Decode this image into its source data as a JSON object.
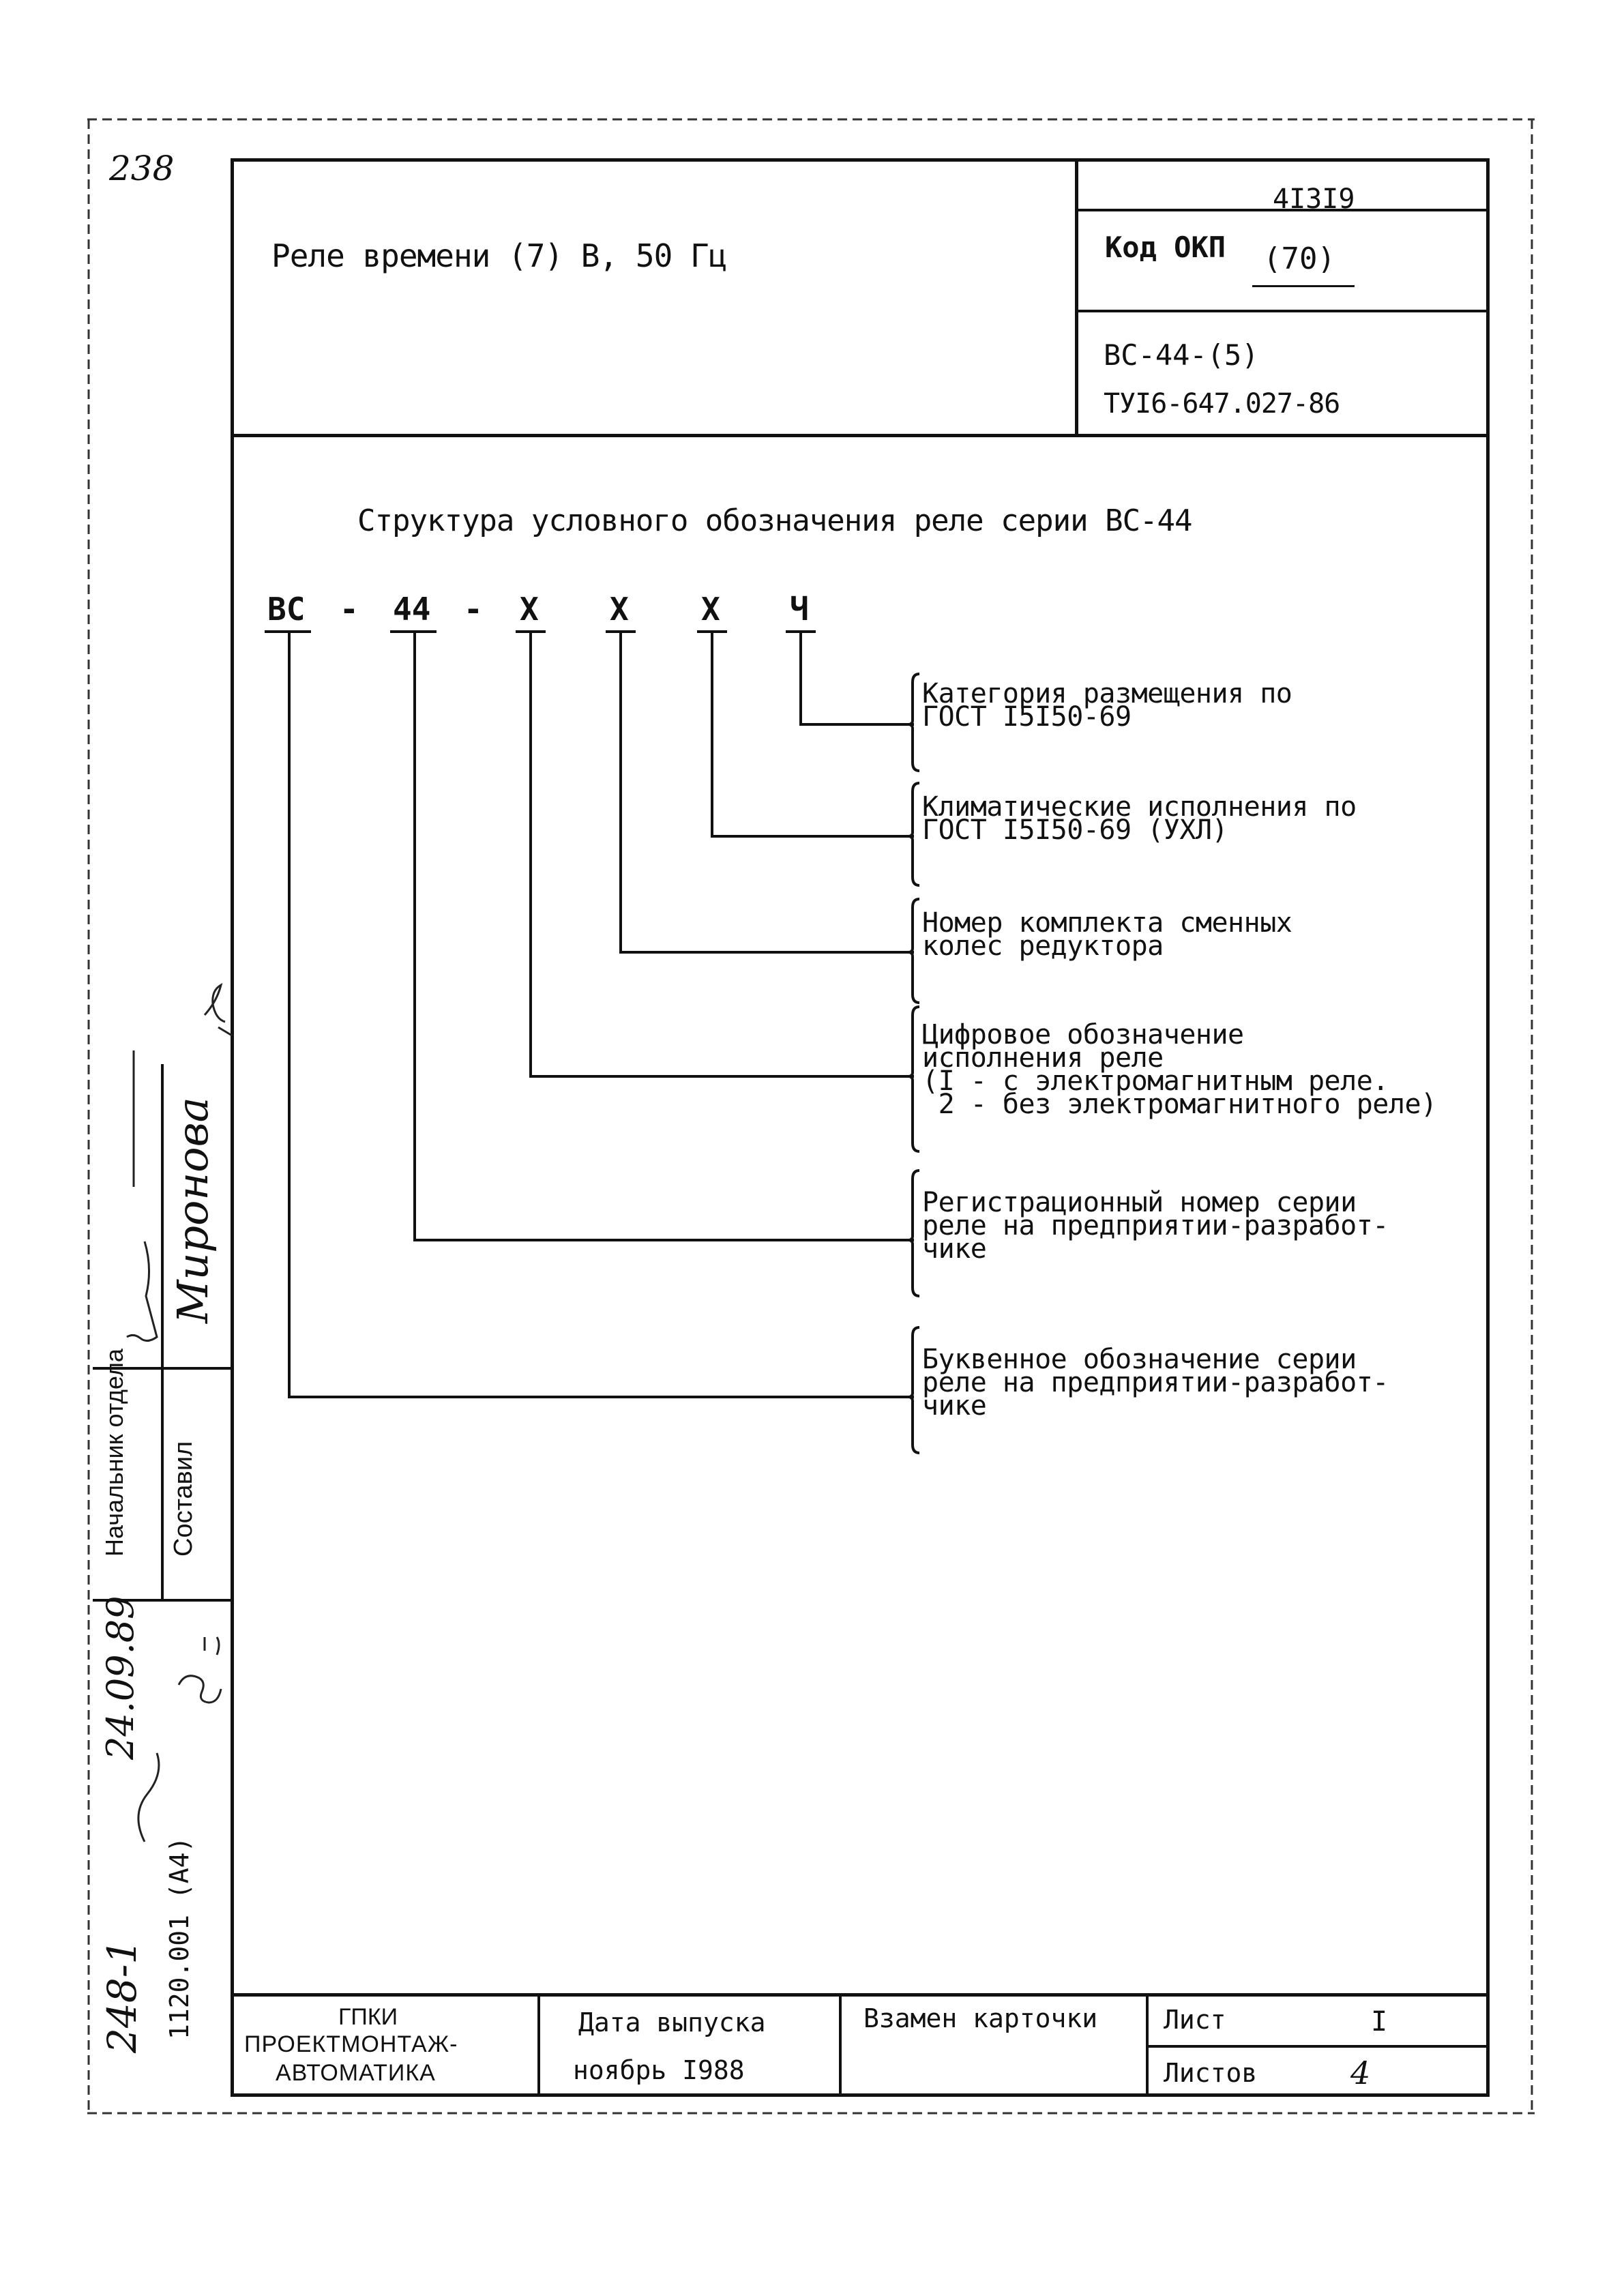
{
  "page_number": "238",
  "header": {
    "title": "Реле времени (7) В, 50 Гц",
    "code_number": "4I3I9",
    "okp_label": "Код ОКП",
    "okp_value": "(70)",
    "model": "ВС-44-(5)",
    "standard": "ТУI6-647.027-86"
  },
  "diagram": {
    "heading": "Структура условного обозначения реле серии ВС-44",
    "code_parts": [
      "ВС",
      "-",
      "44",
      "-",
      "Х",
      "Х",
      "Х",
      "Ч"
    ],
    "descriptions": [
      {
        "lines": [
          "Категория размещения по",
          "ГОСТ I5I50-69"
        ]
      },
      {
        "lines": [
          "Климатические исполнения по",
          "ГОСТ I5I50-69 (УХЛ)"
        ]
      },
      {
        "lines": [
          "Номер комплекта сменных",
          "колес редуктора"
        ]
      },
      {
        "lines": [
          "Цифровое обозначение",
          "исполнения реле",
          "(I - с электромагнитным реле.",
          " 2 - без электромагнитного реле)"
        ]
      },
      {
        "lines": [
          "Регистрационный номер серии",
          "реле на предприятии-разработ-",
          "чике"
        ]
      },
      {
        "lines": [
          "Буквенное обозначение серии",
          "реле на предприятии-разработ-",
          "чике"
        ]
      }
    ]
  },
  "side_margin": {
    "head_label": "Начальник отдела",
    "compiler_label": "Составил",
    "compiler_signature": "Миронова",
    "form_code": "1120.001 (А4)",
    "archive_note": "248-1",
    "archive_date": "24.09.89"
  },
  "footer": {
    "org_line1": "ГПКИ",
    "org_line2": "ПРОЕКТМОНТАЖ-",
    "org_line3": "АВТОМАТИКА",
    "release_label": "Дата выпуска",
    "release_value": "ноябрь I988",
    "replace_label": "Взамен карточки",
    "sheet_label": "Лист",
    "sheet_value": "I",
    "sheets_label": "Листов",
    "sheets_value": "4"
  }
}
